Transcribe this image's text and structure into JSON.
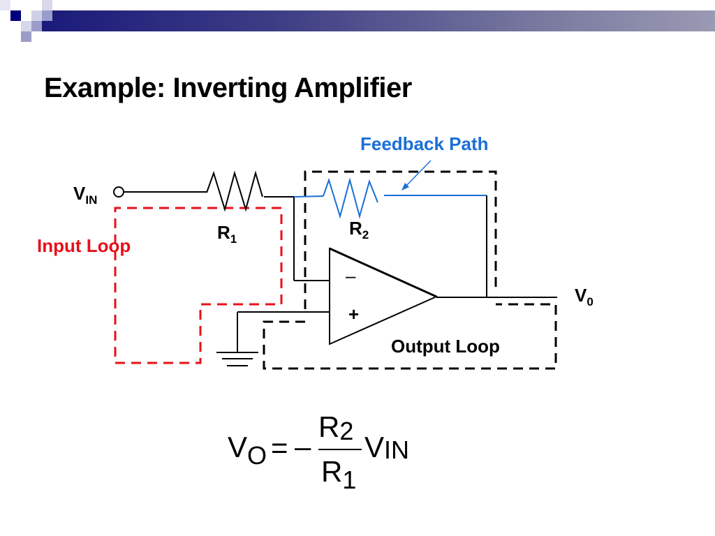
{
  "slide": {
    "title": "Example:  Inverting Amplifier",
    "accent_colors": {
      "header_bar_start": "#1a1a7a",
      "input_loop": "#e8101a",
      "feedback_path": "#1a6fd6",
      "output_loop": "#000000"
    }
  },
  "diagram": {
    "labels": {
      "vin_main": "V",
      "vin_sub": "IN",
      "r1_main": "R",
      "r1_sub": "1",
      "r2_main": "R",
      "r2_sub": "2",
      "vout_main": "V",
      "vout_sub": "0",
      "minus": "–",
      "plus": "+",
      "feedback_path": "Feedback Path",
      "input_loop": "Input Loop",
      "output_loop": "Output Loop"
    },
    "components": [
      "input-terminal",
      "resistor-r1",
      "resistor-r2",
      "op-amp",
      "ground",
      "output-terminal"
    ]
  },
  "formula": {
    "lhs_main": "V",
    "lhs_sub": "O",
    "equals": "=",
    "minus": "–",
    "num_main": "R",
    "num_sub": "2",
    "den_main": "R",
    "den_sub": "1",
    "rhs_main": "V",
    "rhs_sub": "IN"
  }
}
